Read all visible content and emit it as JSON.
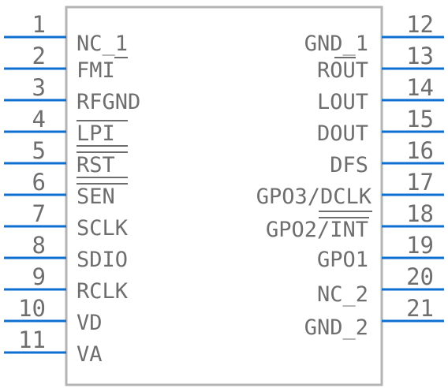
{
  "component": {
    "left_pins": [
      {
        "number": "1",
        "name": "NC_1"
      },
      {
        "number": "2",
        "name": "FMI"
      },
      {
        "number": "3",
        "name": "RFGND"
      },
      {
        "number": "4",
        "name": "LPI"
      },
      {
        "number": "5",
        "name": "RST"
      },
      {
        "number": "6",
        "name": "SEN"
      },
      {
        "number": "7",
        "name": "SCLK"
      },
      {
        "number": "8",
        "name": "SDIO"
      },
      {
        "number": "9",
        "name": "RCLK"
      },
      {
        "number": "10",
        "name": "VD"
      },
      {
        "number": "11",
        "name": "VA"
      }
    ],
    "right_pins": [
      {
        "number": "12",
        "name": "GND_1"
      },
      {
        "number": "13",
        "name": "ROUT"
      },
      {
        "number": "14",
        "name": "LOUT"
      },
      {
        "number": "15",
        "name": "DOUT"
      },
      {
        "number": "16",
        "name": "DFS"
      },
      {
        "number": "17",
        "name": "GPO3/DCLK"
      },
      {
        "number": "18",
        "name": "GPO2/INT"
      },
      {
        "number": "19",
        "name": "GPO1"
      },
      {
        "number": "20",
        "name": "NC_2"
      },
      {
        "number": "21",
        "name": "GND_2"
      }
    ]
  },
  "colors": {
    "pin_line": "#0e6fd0",
    "text": "#6e6e6e",
    "body_outline": "#b4b4b4"
  }
}
